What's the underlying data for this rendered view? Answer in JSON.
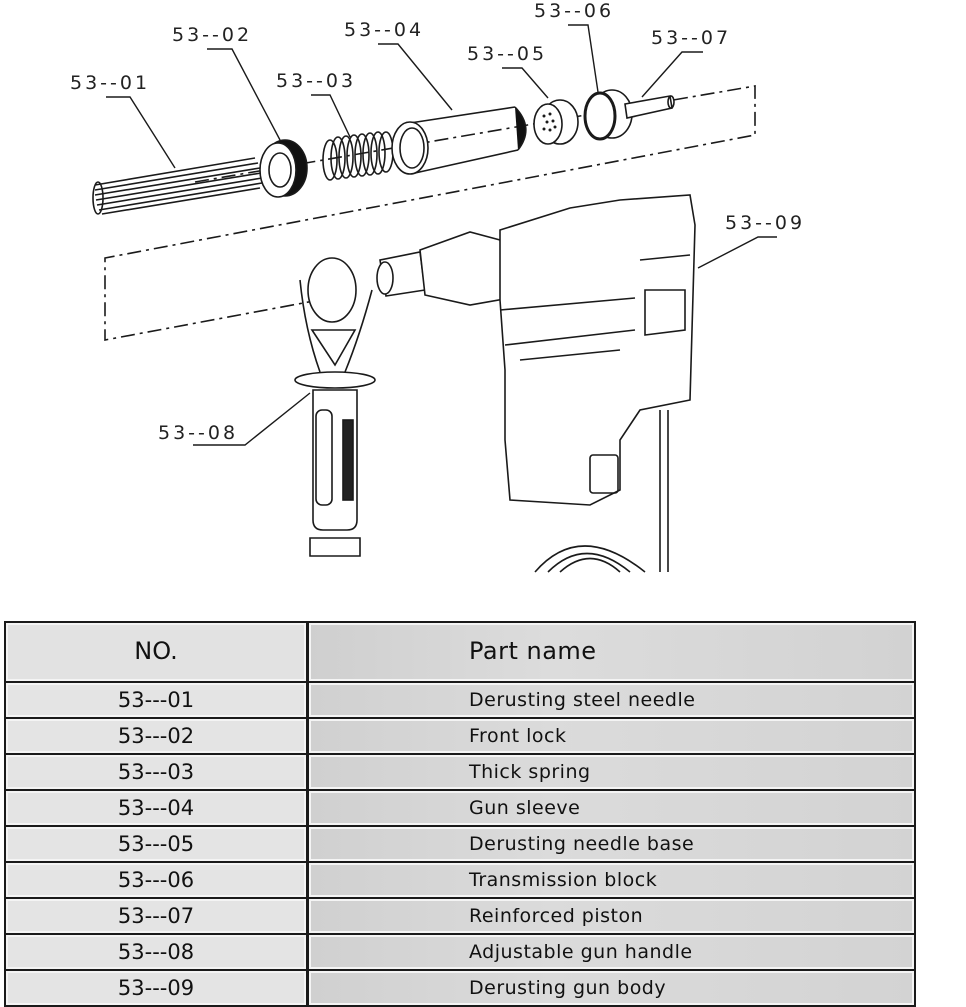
{
  "diagram": {
    "title": "Derusting gun exploded view",
    "callouts": [
      {
        "id": "53--01",
        "label": "53--01"
      },
      {
        "id": "53--02",
        "label": "53--02"
      },
      {
        "id": "53--03",
        "label": "53--03"
      },
      {
        "id": "53--04",
        "label": "53--04"
      },
      {
        "id": "53--05",
        "label": "53--05"
      },
      {
        "id": "53--06",
        "label": "53--06"
      },
      {
        "id": "53--07",
        "label": "53--07"
      },
      {
        "id": "53--08",
        "label": "53--08"
      },
      {
        "id": "53--09",
        "label": "53--09"
      }
    ]
  },
  "table": {
    "headers": {
      "no": "NO.",
      "name": "Part name"
    },
    "rows": [
      {
        "no": "53---01",
        "name": "Derusting steel needle"
      },
      {
        "no": "53---02",
        "name": "Front lock"
      },
      {
        "no": "53---03",
        "name": "Thick spring"
      },
      {
        "no": "53---04",
        "name": "Gun sleeve"
      },
      {
        "no": "53---05",
        "name": "Derusting needle base"
      },
      {
        "no": "53---06",
        "name": "Transmission block"
      },
      {
        "no": "53---07",
        "name": "Reinforced piston"
      },
      {
        "no": "53---08",
        "name": "Adjustable gun handle"
      },
      {
        "no": "53---09",
        "name": "Derusting gun body"
      }
    ]
  }
}
